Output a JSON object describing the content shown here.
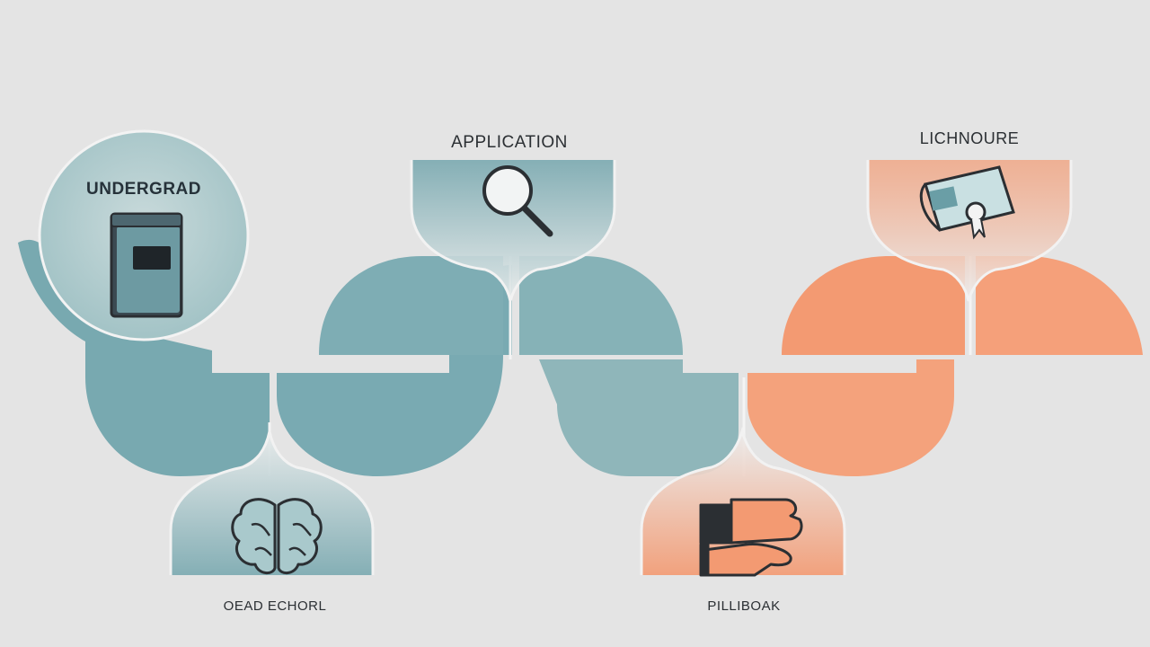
{
  "stages": [
    {
      "label": "UNDERGRAD",
      "icon": "book-icon",
      "color": "#7aa9b0"
    },
    {
      "label": "OEAD ECHORL",
      "icon": "brain-icon",
      "color": "#7aa9b0"
    },
    {
      "label": "APPLICATION",
      "icon": "magnifier-icon",
      "color": "#7aa9b0"
    },
    {
      "label": "PILLIBOAK",
      "icon": "handshake-icon",
      "color": "#f39a72"
    },
    {
      "label": "LICHNOURE",
      "icon": "certificate-icon",
      "color": "#f39a72"
    }
  ],
  "colors": {
    "background": "#e4e4e4",
    "teal": "#7aa9b0",
    "orange": "#f39a72",
    "outline": "#f4f4f4",
    "icon_stroke": "#2b2f33"
  }
}
